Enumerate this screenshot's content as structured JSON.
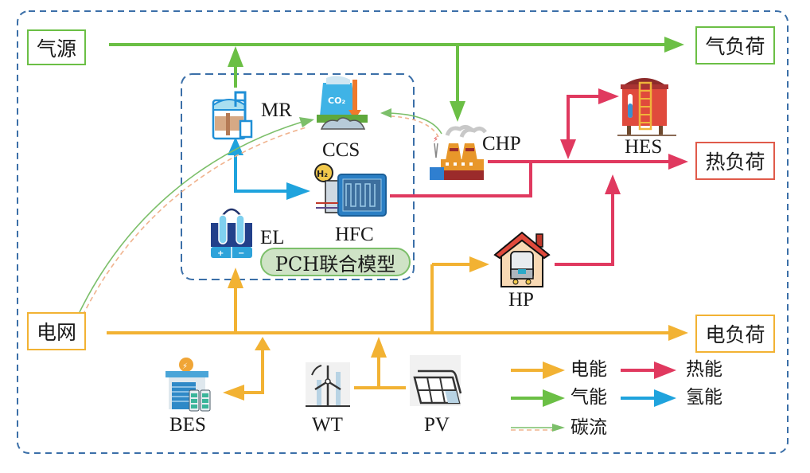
{
  "title": "PCH联合模型 综合能源系统结构图",
  "colors": {
    "electric": "#f2b233",
    "gas": "#6bbf45",
    "heat": "#e0395f",
    "hydrogen": "#1fa3dd",
    "carbon_solid": "#7cbf6a",
    "carbon_dashed": "#f0b38e",
    "outer_border": "#3b6fa8",
    "inner_border": "#3b6fa8"
  },
  "sources": {
    "gas_source": "气源",
    "grid": "电网"
  },
  "loads": {
    "gas_load": "气负荷",
    "heat_load": "热负荷",
    "electric_load": "电负荷"
  },
  "devices": {
    "mr": "MR",
    "ccs": "CCS",
    "chp": "CHP",
    "hes": "HES",
    "hfc": "HFC",
    "el": "EL",
    "hp": "HP",
    "bes": "BES",
    "wt": "WT",
    "pv": "PV"
  },
  "model_label": "PCH联合模型",
  "legend": [
    {
      "label": "电能",
      "type": "electric"
    },
    {
      "label": "热能",
      "type": "heat"
    },
    {
      "label": "气能",
      "type": "gas"
    },
    {
      "label": "氢能",
      "type": "hydrogen"
    },
    {
      "label": "碳流",
      "type": "carbon"
    }
  ]
}
